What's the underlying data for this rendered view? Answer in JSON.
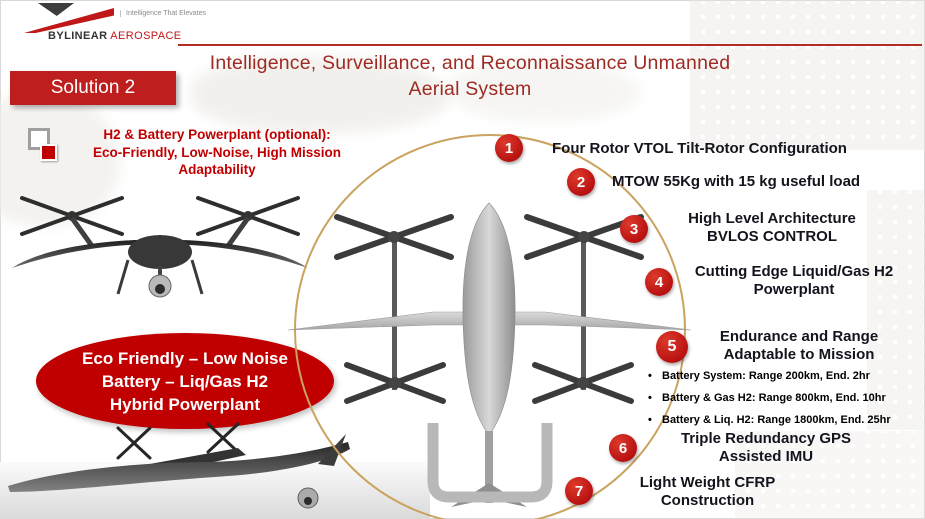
{
  "logo": {
    "tagline": "Intelligence That Elevates",
    "brand_primary": "BYLINEAR",
    "brand_secondary": "AEROSPACE"
  },
  "header": {
    "title_line1": "Intelligence, Surveillance, and Reconnaissance Unmanned",
    "title_line2": "Aerial System"
  },
  "solution_badge": "Solution 2",
  "powerplant_note": {
    "line1": "H2 & Battery Powerplant (optional):",
    "line2": "Eco-Friendly, Low-Noise, High Mission",
    "line3": "Adaptability"
  },
  "eco_oval": {
    "line1": "Eco Friendly – Low Noise",
    "line2": "Battery – Liq/Gas H2",
    "line3": "Hybrid Powerplant"
  },
  "bullet_marker": "•",
  "features": [
    {
      "num": "1",
      "line1": "Four Rotor VTOL Tilt-Rotor Configuration"
    },
    {
      "num": "2",
      "line1": "MTOW 55Kg with 15 kg useful load"
    },
    {
      "num": "3",
      "line1": "High Level Architecture",
      "line2": "BVLOS CONTROL"
    },
    {
      "num": "4",
      "line1": "Cutting Edge Liquid/Gas H2",
      "line2": "Powerplant"
    },
    {
      "num": "5",
      "line1": "Endurance and Range",
      "line2": "Adaptable to Mission",
      "bullets": [
        "Battery System: Range 200km, End. 2hr",
        "Battery & Gas H2: Range 800km, End. 10hr",
        "Battery & Liq. H2: Range 1800km, End. 25hr"
      ]
    },
    {
      "num": "6",
      "line1": "Triple Redundancy GPS",
      "line2": "Assisted IMU"
    },
    {
      "num": "7",
      "line1": "Light Weight CFRP",
      "line2": "Construction"
    }
  ],
  "colors": {
    "accent_red": "#be1e1d",
    "title_red": "#9e2b23",
    "badge_red": "#c00000",
    "ring_gold": "#c9a35f",
    "text_dark": "#14141f"
  }
}
